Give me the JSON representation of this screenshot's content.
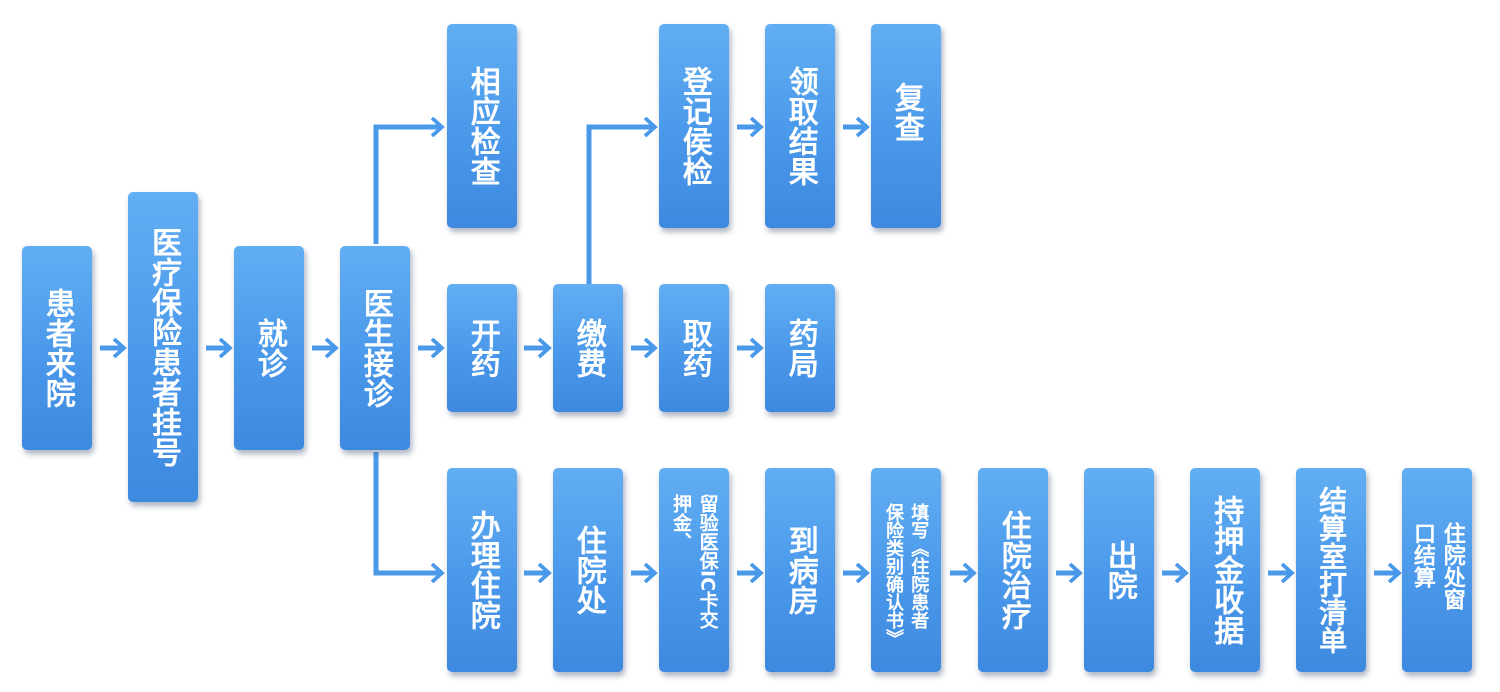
{
  "nodes": {
    "patient_arrive": "患者来院",
    "insurance_register": "医疗保险患者挂号",
    "consult": "就诊",
    "doctor_visit": "医生接诊",
    "exam": "相应检查",
    "register_exam": "登记侯检",
    "get_results": "领取结果",
    "recheck": "复查",
    "prescribe": "开药",
    "pay": "缴费",
    "get_medicine": "取药",
    "pharmacy": "药局",
    "admission": "办理住院",
    "inpatient_office": "住院处",
    "deposit": "留验医保IC卡交押金、",
    "ward": "到病房",
    "confirm_form": "填写《住院患者保险类别确认书》",
    "treatment": "住院治疗",
    "discharge": "出院",
    "deposit_receipt": "持押金收据",
    "settlement_room": "结算室打清单",
    "window_settle": "住院处窗口结算"
  },
  "colors": {
    "node": "#4a98ea",
    "arrow": "#4a98ea",
    "text": "#ffffff"
  }
}
